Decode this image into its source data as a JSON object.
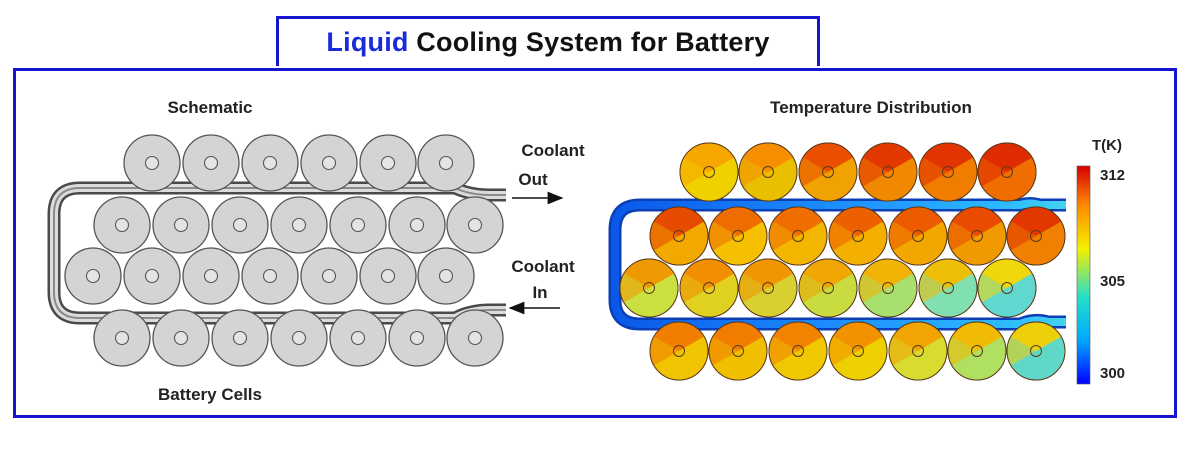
{
  "title": {
    "accent": "Liquid",
    "rest": " Cooling System for Battery"
  },
  "schematic": {
    "heading": "Schematic",
    "coolant_out_line1": "Coolant",
    "coolant_out_line2": "Out",
    "coolant_in_line1": "Coolant",
    "coolant_in_line2": "In",
    "cells_label": "Battery Cells"
  },
  "temperature": {
    "heading": "Temperature Distribution",
    "unit": "T(K)",
    "scale_max": "312",
    "scale_mid": "305",
    "scale_min": "300"
  },
  "colors": {
    "border": "#1515d0",
    "accent": "#1a2bd8",
    "cell_fill": "#d6d6d6",
    "colorbar": [
      "#0000ff",
      "#00a8ff",
      "#27e0c8",
      "#f5f000",
      "#ff8a00",
      "#d40000"
    ]
  }
}
